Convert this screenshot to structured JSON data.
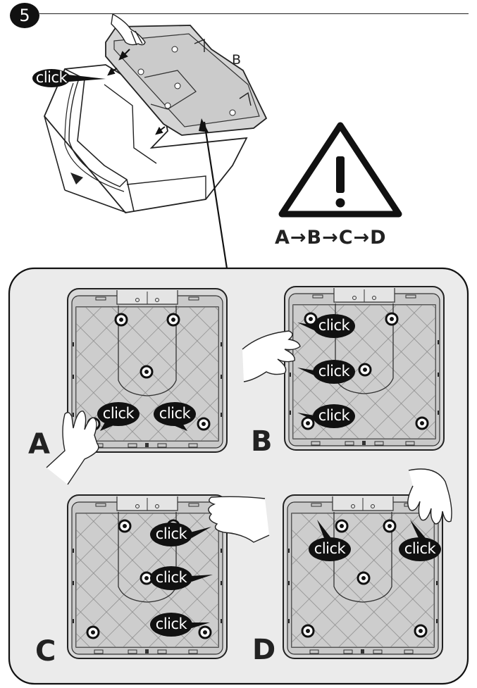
{
  "step": {
    "number": "5"
  },
  "header": {
    "part_label": "B"
  },
  "warning": {
    "icon": "warning-triangle-icon",
    "sequence": "A→B→C→D"
  },
  "callout": {
    "text": "click"
  },
  "panels": [
    {
      "letter": "A",
      "clicks": [
        "click",
        "click"
      ]
    },
    {
      "letter": "B",
      "clicks": [
        "click",
        "click",
        "click"
      ]
    },
    {
      "letter": "C",
      "clicks": [
        "click",
        "click",
        "click"
      ]
    },
    {
      "letter": "D",
      "clicks": [
        "click",
        "click"
      ]
    }
  ]
}
